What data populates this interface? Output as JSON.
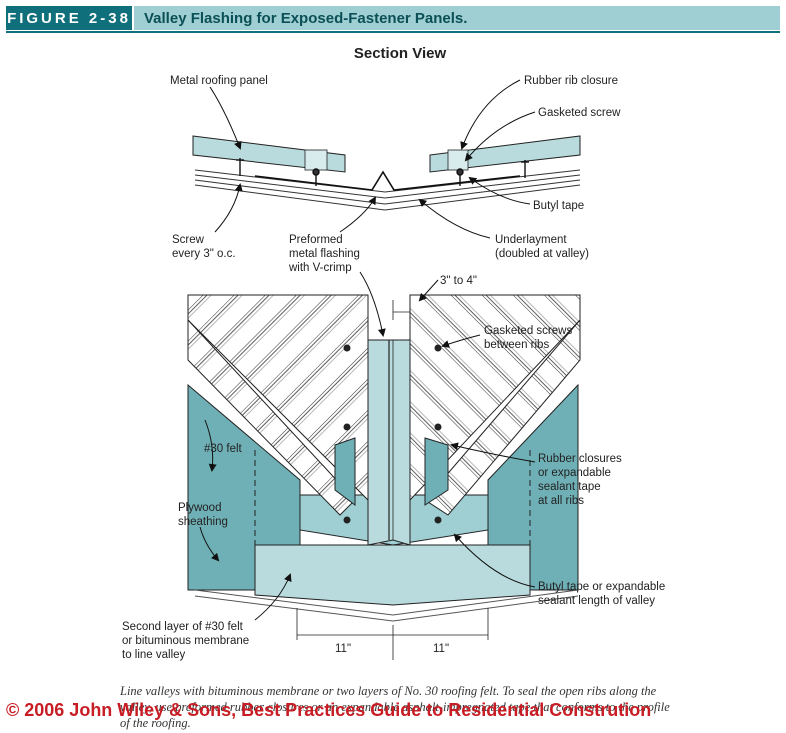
{
  "header": {
    "figure_label": "FIGURE 2-38",
    "title": "Valley Flashing for Exposed-Fastener Panels."
  },
  "section_title": "Section View",
  "labels": {
    "metal_panel": "Metal roofing panel",
    "rubber_rib": "Rubber rib closure",
    "gasketed_screw": "Gasketed screw",
    "butyl_tape": "Butyl tape",
    "screw_1": "Screw",
    "screw_2": "every 3\" o.c.",
    "preformed_1": "Preformed",
    "preformed_2": "metal flashing",
    "preformed_3": "with V-crimp",
    "underlayment_1": "Underlayment",
    "underlayment_2": "(doubled at valley)",
    "gap": "3\" to 4\"",
    "gasketed_screws_1": "Gasketed screws",
    "gasketed_screws_2": "between ribs",
    "felt30": "#30 felt",
    "plywood_1": "Plywood",
    "plywood_2": "sheathing",
    "rubber_closures_1": "Rubber closures",
    "rubber_closures_2": "or expandable",
    "rubber_closures_3": "sealant tape",
    "rubber_closures_4": "at all ribs",
    "butyl_valley_1": "Butyl tape or expandable",
    "butyl_valley_2": "sealant length of valley",
    "second_layer_1": "Second layer of #30 felt",
    "second_layer_2": "or bituminous membrane",
    "second_layer_3": "to line valley",
    "dim_left": "11\"",
    "dim_right": "11\""
  },
  "caption": "Line valleys with bituminous membrane or two layers of No. 30 roofing felt. To seal the open ribs along the valley, use preformed rubber closures or an expandable asphalt-impregnated tape that conforms to the profile of the roofing.",
  "copyright": "© 2006 John Wiley & Sons, Best Practices Guide to Residential Constrution",
  "colors": {
    "teal_dark": "#0f6f7a",
    "teal_light": "#9fcfd3",
    "panel_fill": "#b9dbdd",
    "felt_fill": "#6fb0b6",
    "copyright_red": "#c81d25"
  }
}
